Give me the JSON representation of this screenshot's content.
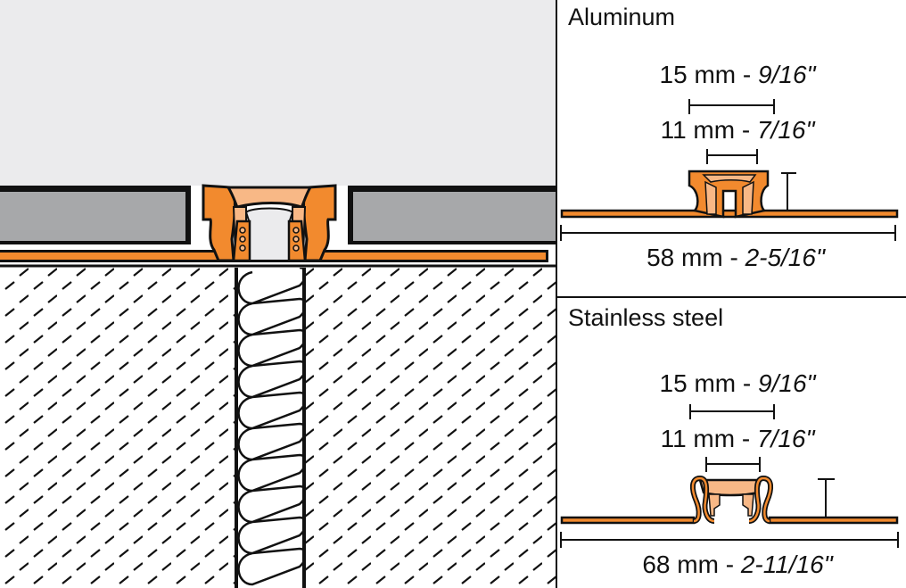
{
  "colors": {
    "orange": "#f28a2e",
    "orange_light": "#f8b886",
    "tile_gray": "#a7a8aa",
    "wall_gray": "#ebebed",
    "line": "#111111",
    "background": "#ffffff"
  },
  "section_view": {
    "description": "Cross-section of movement joint profile installed between two tiles over substrate with insulation-filled expansion joint",
    "elements": [
      "tile-left",
      "tile-right",
      "movement-joint-profile",
      "substrate-concrete-hatch",
      "joint-insulation"
    ]
  },
  "profiles": [
    {
      "title": "Aluminum",
      "top_width": {
        "metric": "15 mm -",
        "imperial": "9/16\""
      },
      "inner_width": {
        "metric": "11 mm -",
        "imperial": "7/16\""
      },
      "overall_width": {
        "metric": "58 mm -",
        "imperial": "2-5/16\""
      }
    },
    {
      "title": "Stainless steel",
      "top_width": {
        "metric": "15 mm -",
        "imperial": "9/16\""
      },
      "inner_width": {
        "metric": "11 mm -",
        "imperial": "7/16\""
      },
      "overall_width": {
        "metric": "68 mm -",
        "imperial": "2-11/16\""
      }
    }
  ]
}
